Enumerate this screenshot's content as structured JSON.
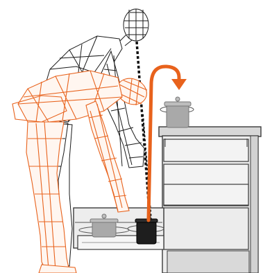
{
  "colors": {
    "background": "#ffffff",
    "figure_upright": "#1a1a1a",
    "figure_bending": "#e8621c",
    "arrow": "#e8621c",
    "pot_light": "#a9a9a9",
    "pot_dark": "#1e1e1e",
    "cabinet_fill": "#e6e6e6",
    "cabinet_stroke": "#3a3a3a",
    "cabinet_shadow": "#cfcfcf",
    "guide_line": "#111111"
  },
  "icons": {
    "pot": "cooking-pot-icon",
    "arrow": "curved-arrow-icon"
  },
  "scene": {
    "figures": [
      "upright-figure",
      "bending-figure"
    ],
    "objects": [
      "cabinet",
      "pull-out-drawer",
      "pot-on-counter",
      "pot-in-drawer-light",
      "pot-in-drawer-dark"
    ]
  }
}
